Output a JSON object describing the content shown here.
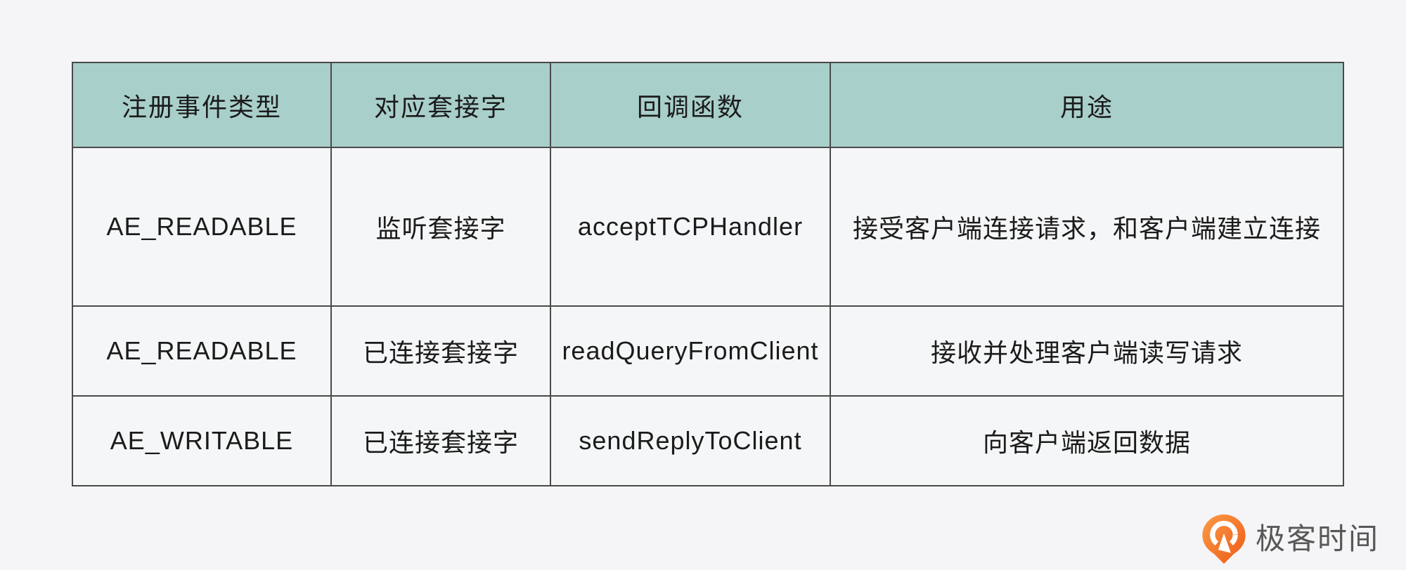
{
  "page": {
    "background_color": "#f5f5f7"
  },
  "table": {
    "border_color": "#4a4a4a",
    "header_bg_color": "#a9cfca",
    "cell_bg_color": "#f5f6f7",
    "headers": [
      "注册事件类型",
      "对应套接字",
      "回调函数",
      "用途"
    ],
    "rows": [
      {
        "cells": [
          "AE_READABLE",
          "监听套接字",
          "acceptTCPHandler",
          "接受客户端连接请求，和客户端建立连接"
        ]
      },
      {
        "cells": [
          "AE_READABLE",
          "已连接套接字",
          "readQueryFromClient",
          "接收并处理客户端读写请求"
        ]
      },
      {
        "cells": [
          "AE_WRITABLE",
          "已连接套接字",
          "sendReplyToClient",
          "向客户端返回数据"
        ]
      }
    ]
  },
  "logo": {
    "text": "极客时间",
    "icon": "geektime-pin-icon",
    "icon_gradient_start": "#fb9b45",
    "icon_gradient_end": "#ee5a18",
    "text_color": "#595757"
  }
}
